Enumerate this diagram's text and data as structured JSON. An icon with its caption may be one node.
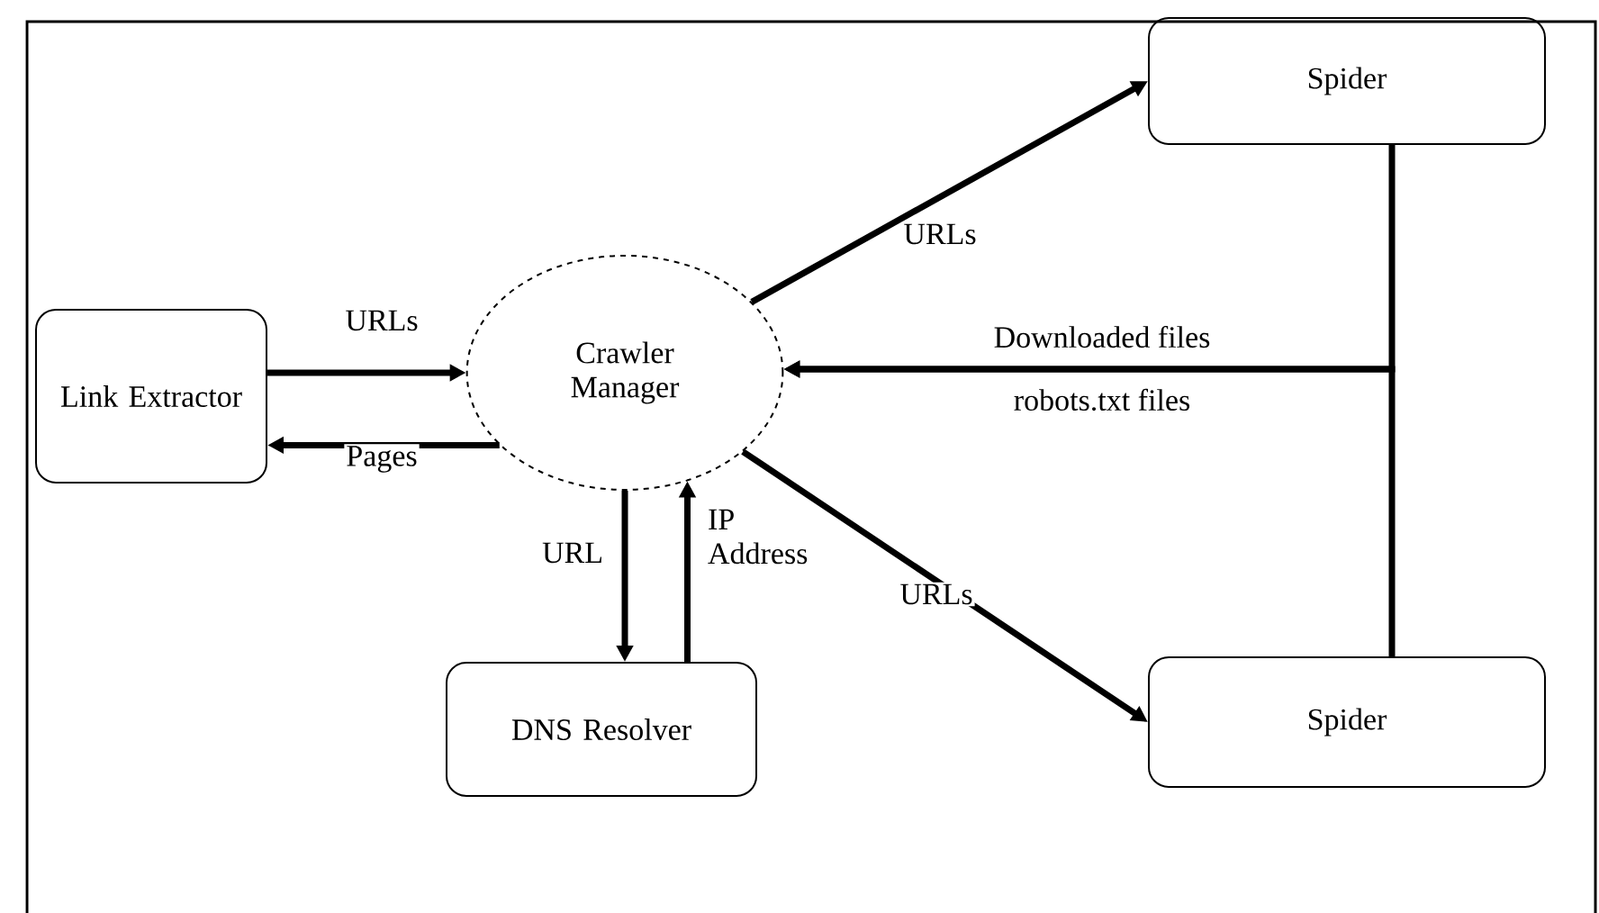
{
  "diagram": {
    "nodes": [
      {
        "text": [
          "Link Extractor"
        ]
      },
      {
        "text": [
          "Crawler Manager"
        ]
      },
      {
        "text": [
          "DNS Resolver"
        ]
      },
      {
        "text": [
          "Spider"
        ]
      },
      {
        "text": [
          "Spider"
        ]
      }
    ],
    "edges": [
      {
        "from": 0,
        "to": 1,
        "arrow": "to",
        "label": "URLs"
      },
      {
        "from": 1,
        "to": 0,
        "arrow": "to",
        "label": "Pages"
      },
      {
        "from": 1,
        "to": 2,
        "arrow": "to",
        "label": "URL"
      },
      {
        "from": 2,
        "to": 1,
        "arrow": "to",
        "label": "IP Address"
      },
      {
        "from": 1,
        "to": 3,
        "arrow": "to",
        "label": "URLs"
      },
      {
        "from": 1,
        "to": 4,
        "arrow": "to",
        "label": "URLs"
      },
      {
        "from": 3,
        "to": 1,
        "arrow": "to",
        "label": "Downloaded files"
      },
      {
        "from": 4,
        "to": 1,
        "arrow": "to",
        "label": "robots.txt files"
      }
    ]
  }
}
